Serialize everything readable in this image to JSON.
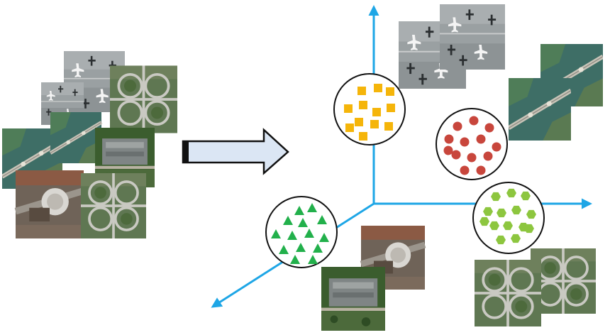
{
  "colors": {
    "axis": "#1ea6e6",
    "square_cluster": "#f5b50a",
    "circle_cluster": "#c8463c",
    "triangle_cluster": "#22b04b",
    "hexagon_cluster": "#8dc63f",
    "arrow_fill": "#dbe6f4",
    "arrow_stroke": "#111111"
  },
  "tiles": {
    "airplane": "aerial-airplane-tile",
    "bridge": "aerial-bridge-tile",
    "building": "aerial-building-tile",
    "dome": "aerial-dome-tile",
    "interchange": "aerial-interchange-tile"
  },
  "clusters": [
    {
      "shape": "square",
      "count": 12
    },
    {
      "shape": "circle",
      "count": 13
    },
    {
      "shape": "triangle",
      "count": 14
    },
    {
      "shape": "hexagon",
      "count": 14
    }
  ]
}
